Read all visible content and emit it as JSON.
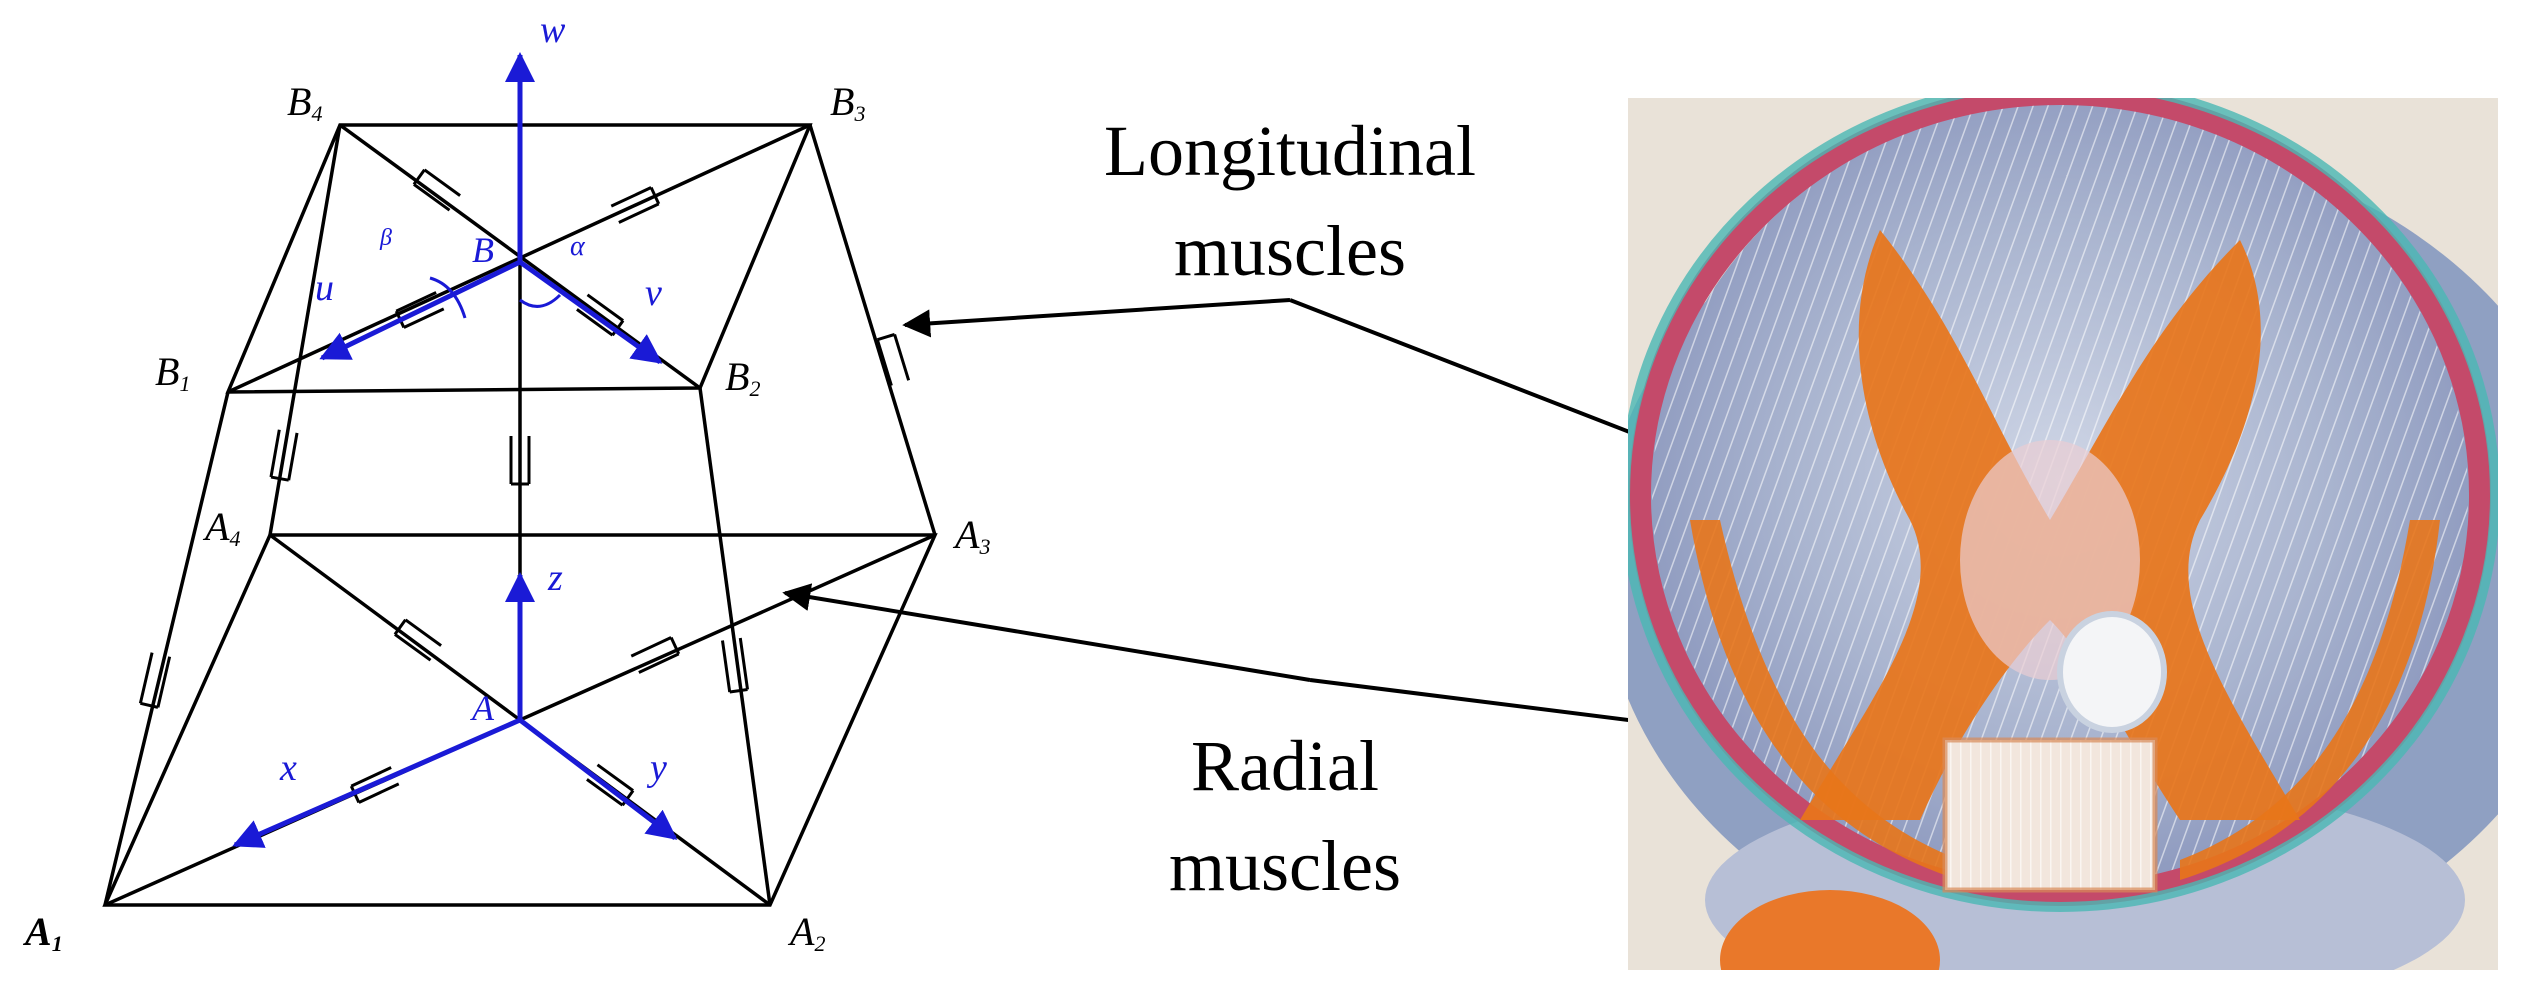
{
  "diagram": {
    "top_vertices": {
      "b1": "B",
      "b1_sub": "1",
      "b2": "B",
      "b2_sub": "2",
      "b3": "B",
      "b3_sub": "3",
      "b4": "B",
      "b4_sub": "4"
    },
    "bottom_vertices": {
      "a1": "A",
      "a1_sub": "1",
      "a2": "A",
      "a2_sub": "2",
      "a3": "A",
      "a3_sub": "3",
      "a4": "A",
      "a4_sub": "4"
    },
    "top_frame": {
      "origin": "B",
      "w_axis": "w",
      "u_axis": "u",
      "v_axis": "v",
      "alpha": "α",
      "beta": "β"
    },
    "bottom_frame": {
      "origin": "A",
      "z_axis": "z",
      "x_axis": "x",
      "y_axis": "y"
    }
  },
  "annotations": {
    "longitudinal_line1": "Longitudinal",
    "longitudinal_line2": "muscles",
    "radial_line1": "Radial",
    "radial_line2": "muscles"
  },
  "colors": {
    "frame_axes": "#1a1ad6",
    "structure": "#000000",
    "tissue_orange": "#e8751a",
    "tissue_blue": "#9aa7c4"
  }
}
